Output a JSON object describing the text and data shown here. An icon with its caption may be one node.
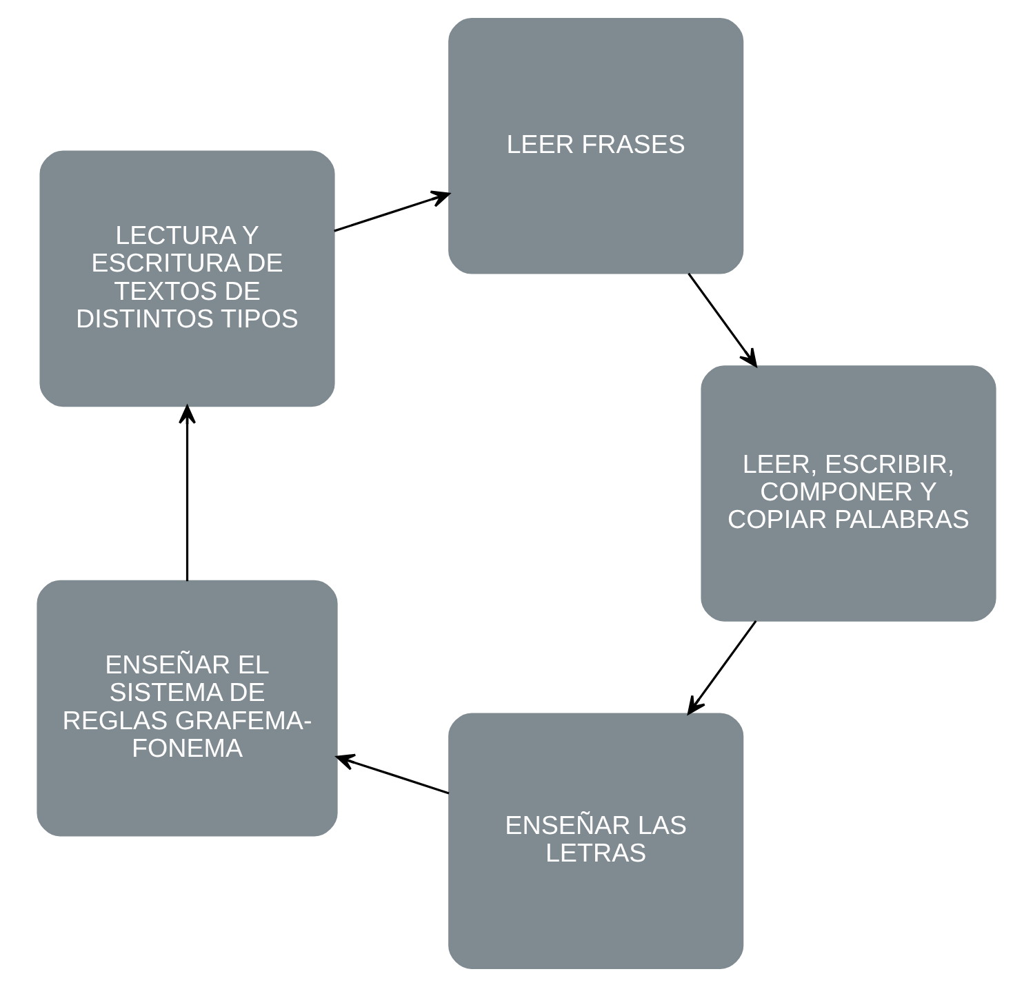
{
  "diagram": {
    "nodes": [
      {
        "text": [
          "ENSEÑAR LAS LETRAS"
        ]
      },
      {
        "text": [
          "ENSEÑAR EL SISTEMA DE REGLAS GRAFEMA-FONEMA"
        ]
      },
      {
        "text": [
          "LECTURA Y ESCRITURA DE TEXTOS DE DISTINTOS TIPOS"
        ]
      },
      {
        "text": [
          "LEER FRASES"
        ]
      },
      {
        "text": [
          "LEER, ESCRIBIR, COMPONER Y COPIAR PALABRAS"
        ]
      }
    ],
    "edges": [
      {
        "from": 0,
        "to": 1,
        "arrow": "to"
      },
      {
        "from": 1,
        "to": 2,
        "arrow": "to"
      },
      {
        "from": 2,
        "to": 3,
        "arrow": "to"
      },
      {
        "from": 3,
        "to": 4,
        "arrow": "to"
      },
      {
        "from": 4,
        "to": 0,
        "arrow": "to"
      }
    ]
  }
}
